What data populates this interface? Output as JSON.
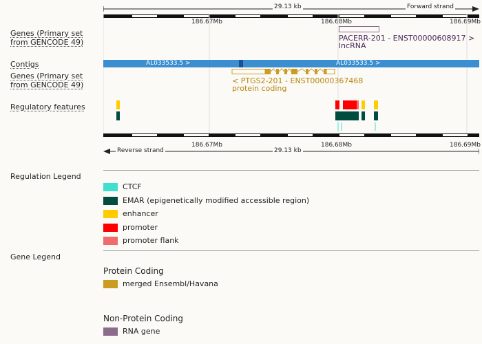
{
  "top_ruler": {
    "size_label": "29.13 kb",
    "strand_label": "Forward strand",
    "ticks": [
      "186.67Mb",
      "186.68Mb",
      "186.69Mb"
    ]
  },
  "bottom_ruler": {
    "size_label": "29.13 kb",
    "strand_label": "Reverse strand",
    "ticks": [
      "186.67Mb",
      "186.68Mb",
      "186.69Mb"
    ]
  },
  "tracks": {
    "genes_forward_label": "Genes (Primary set from GENCODE 49)",
    "contigs_label": "Contigs",
    "genes_reverse_label": "Genes (Primary set from GENCODE 49)",
    "regulatory_label": "Regulatory features"
  },
  "contigs": [
    "AL033533.5 >",
    "AL033533.5 >"
  ],
  "genes": {
    "pacerr": {
      "name": "PACERR-201 - ENST00000608917 >",
      "biotype": "lncRNA"
    },
    "ptgs2": {
      "name": "< PTGS2-201 - ENST00000367468",
      "biotype": "protein coding"
    }
  },
  "regulation_legend": {
    "heading": "Regulation Legend",
    "items": [
      {
        "label": "CTCF",
        "color": "#40e0d0"
      },
      {
        "label": "EMAR (epigenetically modified accessible region)",
        "color": "#004d40"
      },
      {
        "label": "enhancer",
        "color": "#ffcc00"
      },
      {
        "label": "promoter",
        "color": "#ff0000"
      },
      {
        "label": "promoter flank",
        "color": "#f26b6b"
      }
    ]
  },
  "gene_legend": {
    "heading": "Gene Legend",
    "groups": [
      {
        "title": "Protein Coding",
        "items": [
          {
            "label": "merged Ensembl/Havana",
            "color": "#cc9c22"
          }
        ]
      },
      {
        "title": "Non-Protein Coding",
        "items": [
          {
            "label": "RNA gene",
            "color": "#8c6b8c"
          }
        ]
      }
    ]
  },
  "colors": {
    "contig_bar": "#3b8fd0",
    "contig_mark": "#1a4f99",
    "protein_coding": "#cc9c22",
    "lncrna": "#8c6b8c"
  }
}
